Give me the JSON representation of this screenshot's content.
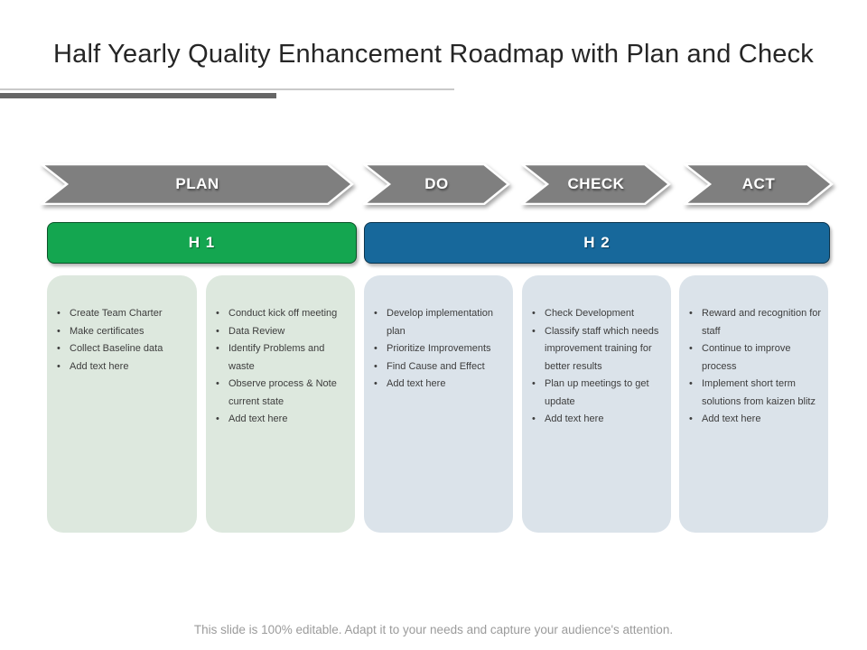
{
  "title": "Half Yearly Quality Enhancement Roadmap with Plan and Check",
  "footer": "This slide is 100% editable. Adapt it to your needs and capture your audience's attention.",
  "colors": {
    "chevron_gray": "#7f7f7f",
    "h1_green": "#14a650",
    "h2_blue": "#17689b",
    "card_green": "#dde8de",
    "card_blue": "#dbe3ea"
  },
  "phases": [
    {
      "label": "PLAN"
    },
    {
      "label": "DO"
    },
    {
      "label": "CHECK"
    },
    {
      "label": "ACT"
    }
  ],
  "halves": [
    {
      "label": "H 1"
    },
    {
      "label": "H 2"
    }
  ],
  "cards": [
    {
      "items": [
        "Create Team Charter",
        "Make certificates",
        "Collect Baseline data",
        "Add text here"
      ]
    },
    {
      "items": [
        "Conduct kick off meeting",
        "Data Review",
        "Identify Problems and waste",
        "Observe process & Note current state",
        "Add text here"
      ]
    },
    {
      "items": [
        "Develop implementation plan",
        "Prioritize Improvements",
        "Find Cause and Effect",
        "Add text here"
      ]
    },
    {
      "items": [
        "Check Development",
        "Classify staff which needs improvement training for better results",
        "Plan up meetings to get update",
        "Add text here"
      ]
    },
    {
      "items": [
        "Reward and recognition for staff",
        "Continue to improve process",
        "Implement short term solutions from kaizen blitz",
        "Add text here"
      ]
    }
  ]
}
